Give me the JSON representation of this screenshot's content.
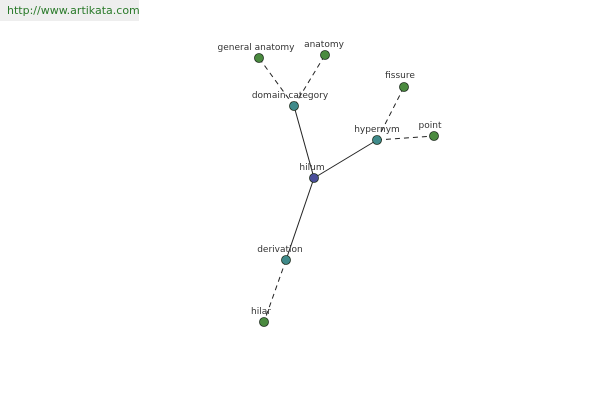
{
  "banner": {
    "url": "http://www.artikata.com"
  },
  "colors": {
    "root": "#4a4e9a",
    "relation": "#3f8a8a",
    "leaf": "#4a8a3f",
    "edge": "#222222"
  },
  "graph": {
    "nodes": [
      {
        "id": "hilum",
        "label": "hilum",
        "kind": "root"
      },
      {
        "id": "domain-category",
        "label": "domain category",
        "kind": "relation"
      },
      {
        "id": "hypernym",
        "label": "hypernym",
        "kind": "relation"
      },
      {
        "id": "derivation",
        "label": "derivation",
        "kind": "relation"
      },
      {
        "id": "general-anatomy",
        "label": "general anatomy",
        "kind": "leaf"
      },
      {
        "id": "anatomy",
        "label": "anatomy",
        "kind": "leaf"
      },
      {
        "id": "fissure",
        "label": "fissure",
        "kind": "leaf"
      },
      {
        "id": "point",
        "label": "point",
        "kind": "leaf"
      },
      {
        "id": "hilar",
        "label": "hilar",
        "kind": "leaf"
      }
    ],
    "edges": [
      {
        "from": "hilum",
        "to": "domain-category",
        "style": "solid"
      },
      {
        "from": "hilum",
        "to": "hypernym",
        "style": "solid"
      },
      {
        "from": "hilum",
        "to": "derivation",
        "style": "solid"
      },
      {
        "from": "domain-category",
        "to": "general-anatomy",
        "style": "dashed"
      },
      {
        "from": "domain-category",
        "to": "anatomy",
        "style": "dashed"
      },
      {
        "from": "hypernym",
        "to": "fissure",
        "style": "dashed"
      },
      {
        "from": "hypernym",
        "to": "point",
        "style": "dashed"
      },
      {
        "from": "derivation",
        "to": "hilar",
        "style": "dashed"
      }
    ]
  }
}
